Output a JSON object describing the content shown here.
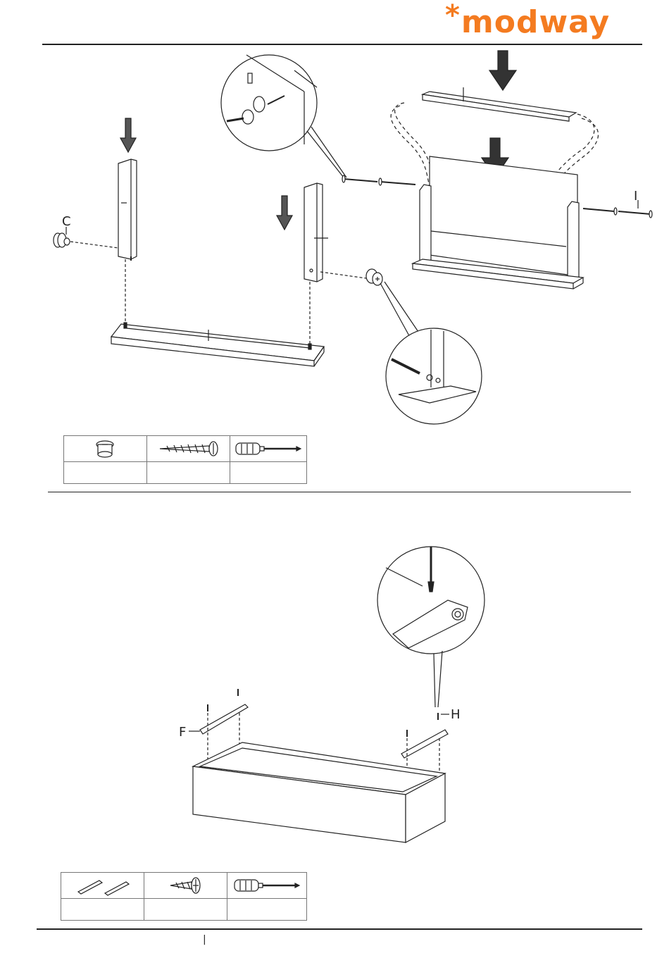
{
  "brand": {
    "star": "*",
    "name": "modway",
    "color": "#f47b20"
  },
  "step1": {
    "labels": {
      "c": "C",
      "i": "I"
    },
    "parts_table": {
      "icons": [
        "cam-lock-icon",
        "wood-screw-icon",
        "phillips-screwdriver-icon"
      ],
      "labels": [
        "",
        "",
        ""
      ]
    }
  },
  "step2": {
    "labels": {
      "f": "F",
      "h": "H"
    },
    "parts_table": {
      "icons": [
        "drawer-slide-rail-icon",
        "flat-head-screw-icon",
        "phillips-screwdriver-icon"
      ],
      "labels": [
        "",
        "",
        ""
      ]
    }
  },
  "footer": {
    "page_mark": "|"
  }
}
